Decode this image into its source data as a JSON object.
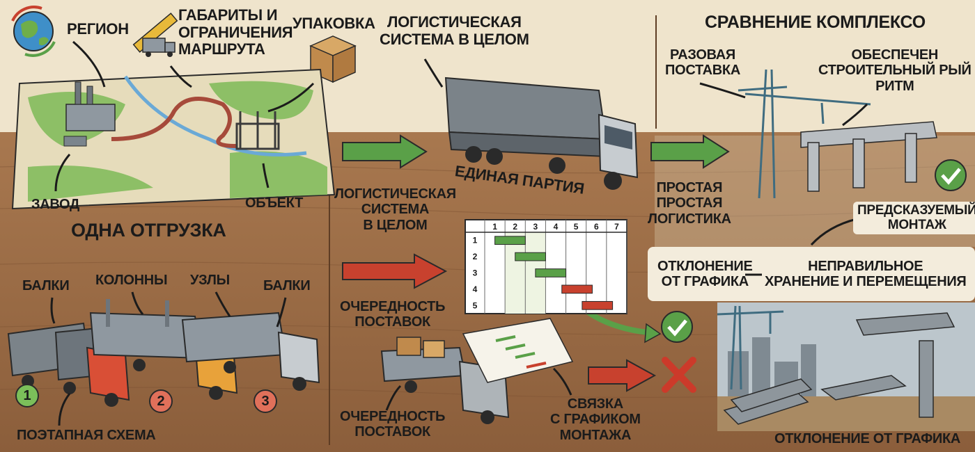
{
  "labels": {
    "region": "РЕГИОН",
    "dims": "ГАБАРИТЫ И\nОГРАНИЧЕНИЯ\nМАРШРУТА",
    "packaging": "УПАКОВКА",
    "logistics_top": "ЛОГИСТИЧЕСКАЯ\nСИСТЕМА В ЦЕЛОМ",
    "comparison": "СРАВНЕНИЕ КОМПЛЕКСО",
    "one_time": "РАЗОВАЯ\nПОСТАВКА",
    "rhythm": "ОБЕСПЕЧЕН\nСТРОИТЕЛЬНЫЙ РЫЙ\nРИТМ",
    "factory": "ЗАВОД",
    "object": "ОБЪЕКТ",
    "single_batch": "ЕДИНАЯ ПАРТИЯ",
    "simple": "ПРОСТАЯ\nПРОСТАЯ\nЛОГИСТИКА",
    "predictable": "ПРЕДСКАЗУЕМЫЙ\nМОНТАЖ",
    "one_shipment": "ОДНА ОТГРУЗКА",
    "logistics_mid": "ЛОГИСТИЧЕСКАЯ\nСИСТЕМА\nВ ЦЕЛОМ",
    "deviation": "ОТКЛОНЕНИЕ\nОТ ГРАФИКА",
    "improper": "НЕПРАВИЛЬНОЕ\nХРАНЕНИЕ И ПЕРЕМЕЩЕНИЯ",
    "beams1": "БАЛКИ",
    "columns": "КОЛОННЫ",
    "nodes": "УЗЛЫ",
    "beams2": "БАЛКИ",
    "sequence_mid": "ОЧЕРЕДНОСТЬ\nПОСТАВОК",
    "staged": "ПОЭТАПНАЯ СХЕМА",
    "sequence_bottom": "ОЧЕРЕДНОСТЬ\nПОСТАВОК",
    "link_schedule": "СВЯЗКА\nС ГРАФИКОМ\nМОНТАЖА",
    "deviation_bottom": "ОТКЛОНЕНИЕ ОТ ГРАФИКА"
  },
  "stage_numbers": [
    "1",
    "2",
    "3"
  ],
  "gantt": {
    "columns": [
      "1",
      "2",
      "3",
      "4",
      "5",
      "6",
      "7"
    ],
    "rows": [
      "1",
      "2",
      "3",
      "4",
      "5"
    ],
    "bars": [
      {
        "row": 1,
        "start": 1,
        "end": 2.5,
        "status": "on-time"
      },
      {
        "row": 2,
        "start": 2,
        "end": 3.5,
        "status": "on-time"
      },
      {
        "row": 3,
        "start": 3,
        "end": 4.5,
        "status": "on-time"
      },
      {
        "row": 4,
        "start": 4.3,
        "end": 5.8,
        "status": "late"
      },
      {
        "row": 5,
        "start": 5.3,
        "end": 6.8,
        "status": "late"
      }
    ]
  },
  "colors": {
    "sky": "#efe4cc",
    "ground": "#9a6b45",
    "green_arrow": "#5aa048",
    "red_arrow": "#c8412e",
    "check": "#5aa048",
    "cross": "#cc3a2a",
    "bar_on_time": "#5aa048",
    "bar_late": "#c8412e"
  }
}
